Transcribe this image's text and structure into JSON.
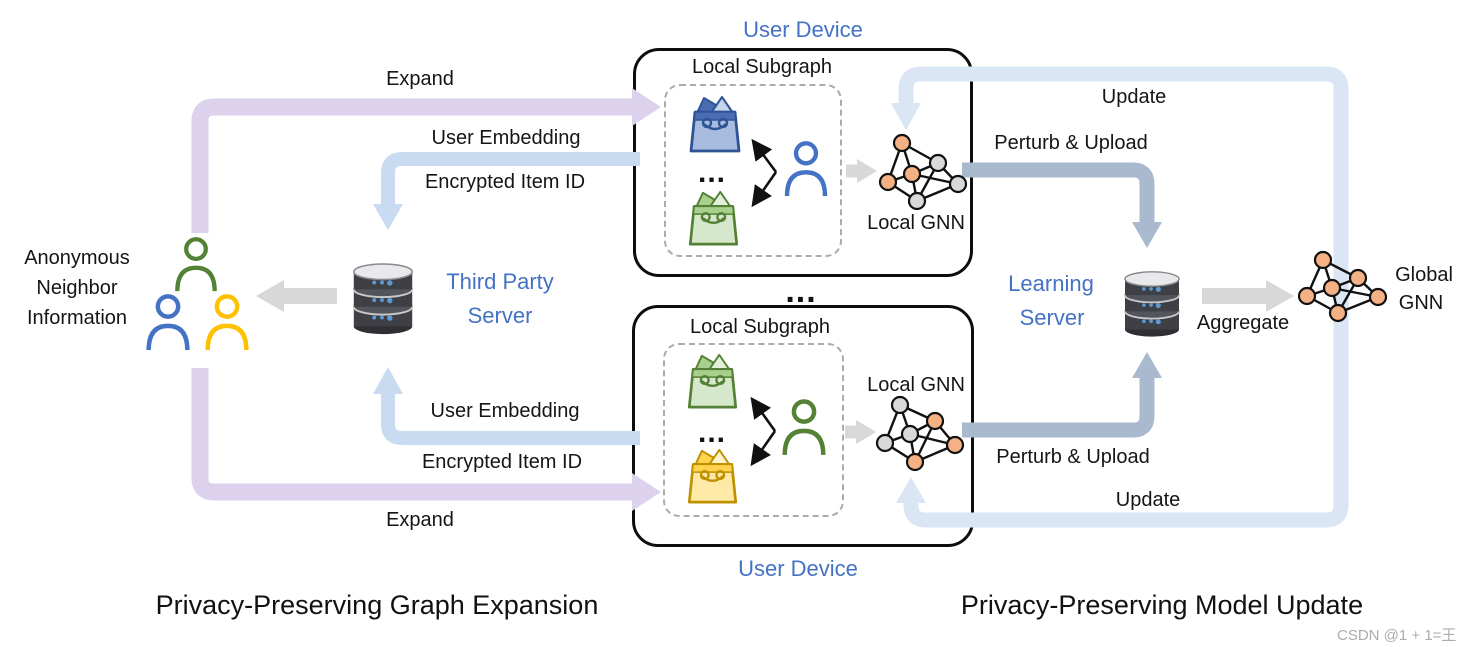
{
  "palette": {
    "accent_blue_text": "#4472C4",
    "arrow_purple": "#DCD2EE",
    "arrow_light_blue": "#C9DBF0",
    "arrow_loop_blue": "#DAE6F4",
    "arrow_steel": "#A9BACE",
    "arrow_gray": "#D8D8D8",
    "gnn_node_orange": "#F4B183",
    "gnn_node_gray": "#D9D9D9",
    "person_green": "#538135",
    "person_blue": "#4472C4",
    "person_yellow": "#FFC000"
  },
  "expansion_flow": {
    "expand_top": "Expand",
    "user_embedding_top": "User Embedding",
    "encrypted_item_id_top": "Encrypted Item ID",
    "expand_bottom": "Expand",
    "user_embedding_bottom": "User Embedding",
    "encrypted_item_id_bottom": "Encrypted Item ID",
    "anonymous_lines": [
      "Anonymous",
      "Neighbor",
      "Information"
    ],
    "third_party_server_lines": [
      "Third Party",
      "Server"
    ],
    "caption": "Privacy-Preserving Graph Expansion"
  },
  "devices": {
    "top": {
      "title": "User Device",
      "subgraph_label": "Local Subgraph",
      "ellipsis": "...",
      "gnn_label": "Local GNN"
    },
    "bottom": {
      "title": "User Device",
      "subgraph_label": "Local Subgraph",
      "ellipsis": "...",
      "gnn_label": "Local GNN"
    },
    "between_ellipsis": "..."
  },
  "model_update": {
    "update_top": "Update",
    "perturb_upload_top": "Perturb & Upload",
    "perturb_upload_bottom": "Perturb & Upload",
    "update_bottom": "Update",
    "learning_server_lines": [
      "Learning",
      "Server"
    ],
    "aggregate": "Aggregate",
    "global_gnn_lines": [
      "Global",
      "GNN"
    ],
    "caption": "Privacy-Preserving Model Update"
  },
  "watermark": "CSDN @1 + 1=王"
}
